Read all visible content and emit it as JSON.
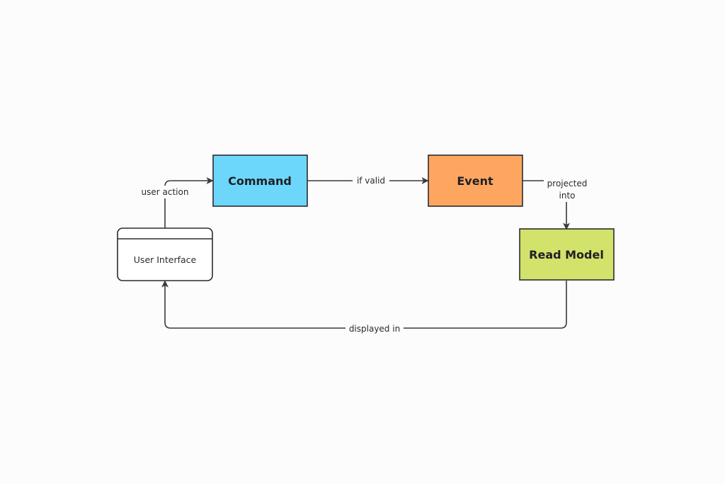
{
  "nodes": {
    "command": {
      "label": "Command",
      "fill": "#6dd6fb"
    },
    "event": {
      "label": "Event",
      "fill": "#fea660"
    },
    "read_model": {
      "label": "Read Model",
      "fill": "#d3e26a"
    },
    "user_interface": {
      "label": "User Interface",
      "fill": "#ffffff"
    }
  },
  "edges": {
    "user_action": {
      "label": "user action"
    },
    "if_valid": {
      "label": "if valid"
    },
    "projected_into": {
      "label_line1": "projected",
      "label_line2": "into"
    },
    "displayed_in": {
      "label": "displayed in"
    }
  },
  "colors": {
    "background": "#fcfcfd",
    "stroke": "#3a3a3f"
  }
}
